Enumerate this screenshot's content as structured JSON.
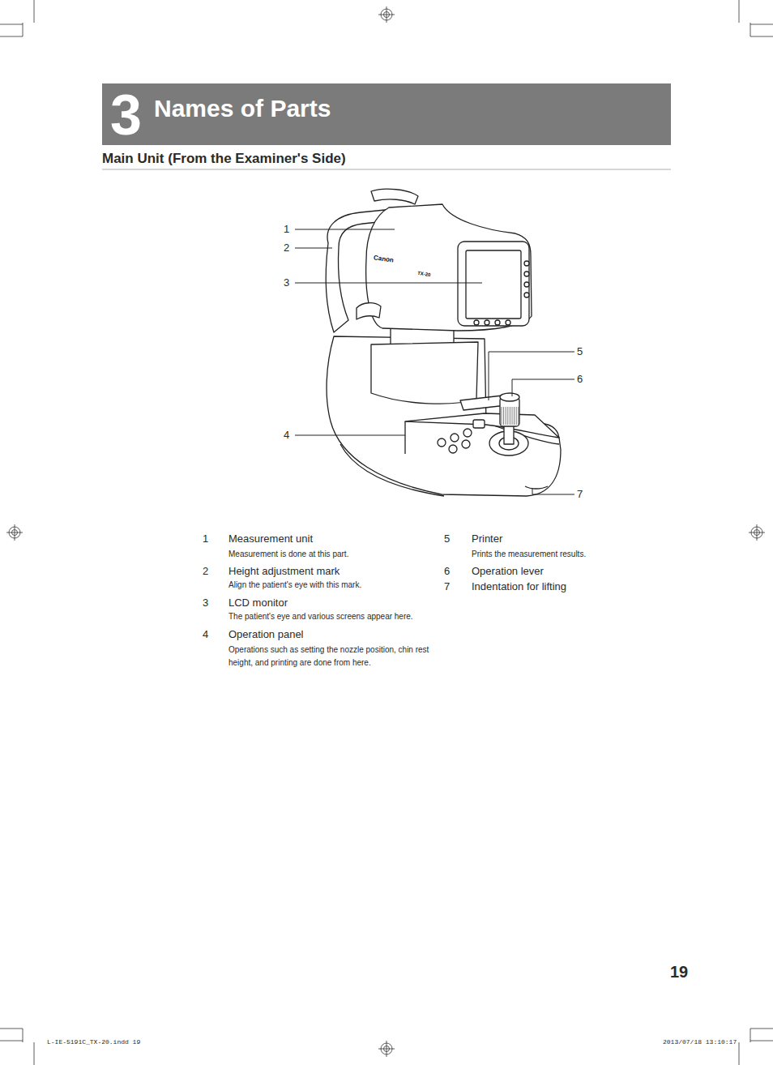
{
  "diagram": {
    "nodes": [
      {
        "text": [
          "3",
          "Names of Parts"
        ]
      }
    ],
    "labels": [
      "Main Unit (From the Examiner's Side)",
      "1",
      "2",
      "3",
      "4",
      "5",
      "6",
      "7",
      "1",
      "Measurement unit",
      "Measurement is done at this part.",
      "2",
      "Height adjustment mark",
      "Align the patient's eye with this mark.",
      "3",
      "LCD monitor",
      "The patient's eye and various screens appear here.",
      "4",
      "Operation panel",
      "Operations such as setting the nozzle position, chin rest height, and printing are done from here.",
      "5",
      "Printer",
      "Prints the measurement results.",
      "6",
      "Operation lever",
      "7",
      "Indentation for lifting",
      "Canon",
      "TX-20",
      "19",
      "L-IE-5191C_TX-20.indd 19",
      "2013/07/18 13:10:17"
    ]
  }
}
